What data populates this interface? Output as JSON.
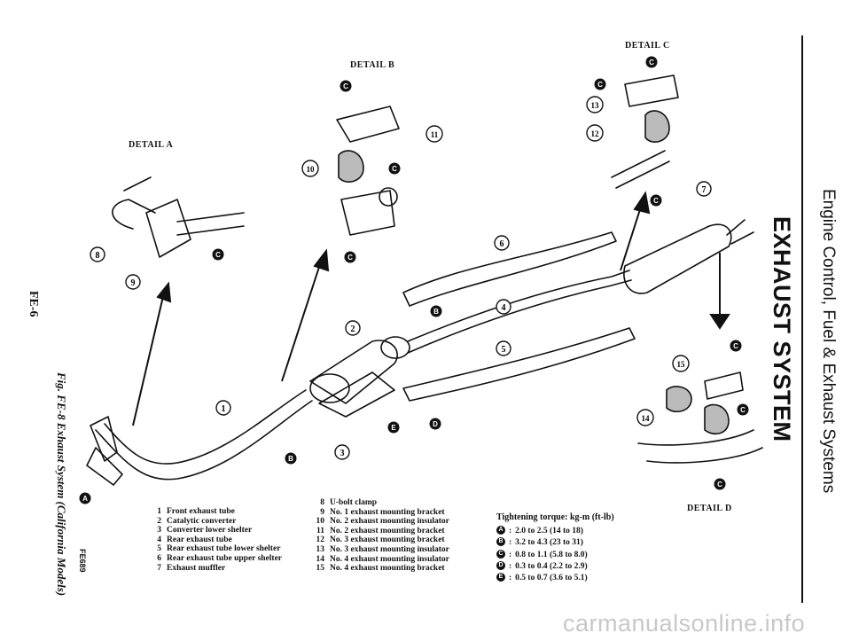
{
  "side_title": "Engine Control, Fuel & Exhaust Systems",
  "side_heading": "EXHAUST SYSTEM",
  "page_number": "FE-6",
  "figure_code": "FE689",
  "figure_caption": "Fig. FE-8  Exhaust System (California Models)",
  "detail_labels": {
    "a": "DETAIL A",
    "b": "DETAIL B",
    "c": "DETAIL C",
    "d": "DETAIL D"
  },
  "legend_left": [
    {
      "num": "1",
      "label": "Front exhaust tube"
    },
    {
      "num": "2",
      "label": "Catalytic converter"
    },
    {
      "num": "3",
      "label": "Converter lower shelter"
    },
    {
      "num": "4",
      "label": "Rear exhaust tube"
    },
    {
      "num": "5",
      "label": "Rear exhaust tube lower shelter"
    },
    {
      "num": "6",
      "label": "Rear exhaust tube upper shelter"
    },
    {
      "num": "7",
      "label": "Exhaust muffler"
    }
  ],
  "legend_right": [
    {
      "num": "8",
      "label": "U-bolt clamp"
    },
    {
      "num": "9",
      "label": "No. 1 exhaust mounting bracket"
    },
    {
      "num": "10",
      "label": "No. 2 exhaust mounting insulator"
    },
    {
      "num": "11",
      "label": "No. 2 exhaust mounting bracket"
    },
    {
      "num": "12",
      "label": "No. 3 exhaust mounting bracket"
    },
    {
      "num": "13",
      "label": "No. 3 exhaust mounting insulator"
    },
    {
      "num": "14",
      "label": "No. 4 exhaust mounting insulator"
    },
    {
      "num": "15",
      "label": "No. 4 exhaust mounting bracket"
    }
  ],
  "torque": {
    "title": "Tightening torque:  kg-m (ft-lb)",
    "rows": [
      {
        "mark": "A",
        "value": "2.0 to 2.5 (14 to 18)"
      },
      {
        "mark": "B",
        "value": "3.2 to 4.3 (23 to 31)"
      },
      {
        "mark": "C",
        "value": "0.8 to 1.1 (5.8 to 8.0)"
      },
      {
        "mark": "D",
        "value": "0.3 to 0.4 (2.2 to 2.9)"
      },
      {
        "mark": "E",
        "value": "0.5 to 0.7 (3.6 to 5.1)"
      }
    ]
  },
  "callouts": [
    "1",
    "2",
    "3",
    "4",
    "5",
    "6",
    "7",
    "8",
    "9",
    "10",
    "11",
    "12",
    "13",
    "14",
    "15"
  ],
  "torque_marks_on_diagram": [
    "A",
    "B",
    "C",
    "D",
    "E"
  ],
  "watermark": "carmanualsonline.info"
}
